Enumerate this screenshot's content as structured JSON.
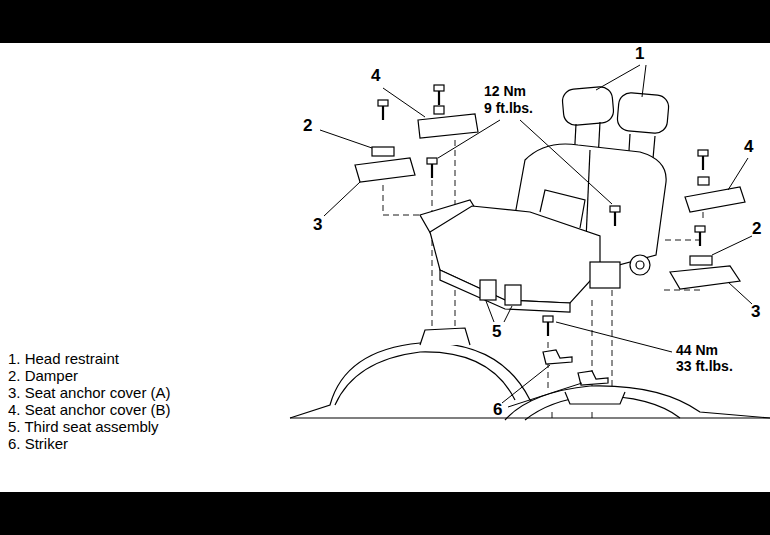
{
  "diagram": {
    "labels": [
      "1. Head restraint",
      "2. Damper",
      "3. Seat anchor cover (A)",
      "4. Seat anchor cover (B)",
      "5. Third seat assembly",
      "6. Striker",
      "1",
      "4",
      "12 Nm",
      "9 ft.lbs.",
      "2",
      "4",
      "3",
      "2",
      "3",
      "5",
      "44 Nm",
      "33 ft.lbs.",
      "6"
    ]
  }
}
